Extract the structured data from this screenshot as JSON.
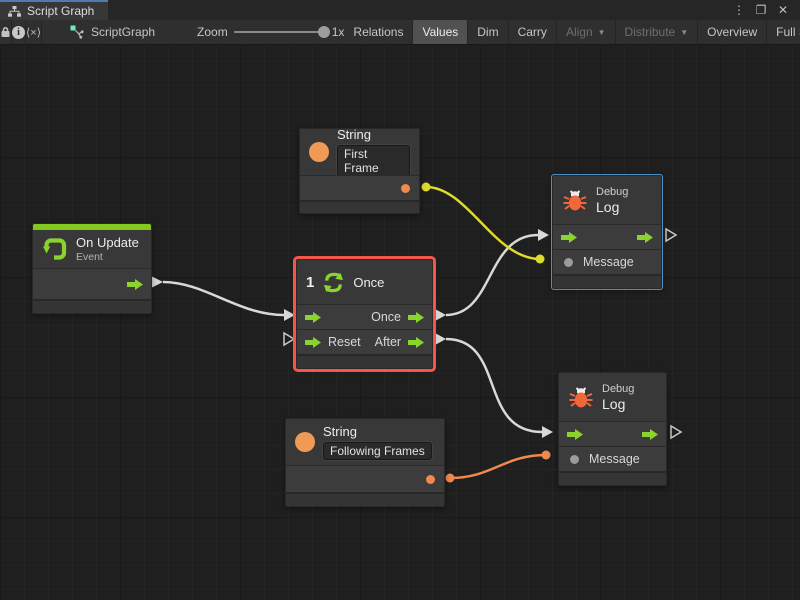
{
  "window": {
    "tab_title": "Script Graph",
    "controls": {
      "menu": "⋮",
      "maximize": "❐",
      "close": "✕"
    }
  },
  "toolbar": {
    "code_glyph": "⟨×⟩",
    "graph_name": "ScriptGraph",
    "zoom_label": "Zoom",
    "zoom_value": "1x",
    "dropdown_glyph": "▼",
    "buttons": [
      {
        "label": "Relations",
        "active": false,
        "enabled": true
      },
      {
        "label": "Values",
        "active": true,
        "enabled": true
      },
      {
        "label": "Dim",
        "active": false,
        "enabled": true
      },
      {
        "label": "Carry",
        "active": false,
        "enabled": true
      },
      {
        "label": "Align",
        "active": false,
        "enabled": false,
        "dropdown": true
      },
      {
        "label": "Distribute",
        "active": false,
        "enabled": false,
        "dropdown": true
      },
      {
        "label": "Overview",
        "active": false,
        "enabled": true
      },
      {
        "label": "Full Screen",
        "active": false,
        "enabled": true
      }
    ]
  },
  "nodes": {
    "string_first": {
      "title": "String",
      "value": "First Frame"
    },
    "on_update": {
      "title": "On Update",
      "subtitle": "Event"
    },
    "once": {
      "badge": "1",
      "title": "Once",
      "out1_label": "Once",
      "in2_label": "Reset",
      "out2_label": "After"
    },
    "debug_top": {
      "category": "Debug",
      "title": "Log",
      "input_label": "Message"
    },
    "debug_bottom": {
      "category": "Debug",
      "title": "Log",
      "input_label": "Message"
    },
    "string_following": {
      "title": "String",
      "value": "Following Frames"
    }
  },
  "colors": {
    "flow_green": "#8BD32F",
    "event_bar_green": "#84C91E",
    "value_orange": "#F09A55",
    "bug_orange": "#F2673A",
    "wire_yellow": "#DFDB2A",
    "wire_orange": "#EE8A4E",
    "wire_white": "#D8D8D8",
    "selection_red": "#F4564C",
    "selection_blue": "#4A90C8"
  }
}
